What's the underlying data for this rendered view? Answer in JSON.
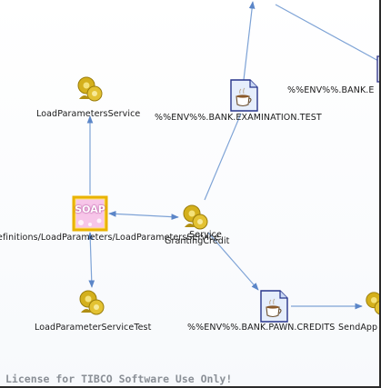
{
  "diagram": {
    "nodes": [
      {
        "id": "load-params",
        "label": "LoadParametersService",
        "icon": "service-gear-icon"
      },
      {
        "id": "examination",
        "label": "%%ENV%%.BANK.EXAMINATION.TEST",
        "icon": "coffee-document-icon"
      },
      {
        "id": "bank-e",
        "label": "%%ENV%%.BANK.E",
        "icon": "service-gear-icon"
      },
      {
        "id": "soap",
        "label": "efinitions/LoadParameters/LoadParametersService",
        "icon": "soap-box-icon",
        "icon_text": "SOAP"
      },
      {
        "id": "granting",
        "label": "GrantingCredit",
        "icon": "service-gear-icon"
      },
      {
        "id": "load-test",
        "label": "LoadParameterServiceTest",
        "icon": "service-gear-icon"
      },
      {
        "id": "pawn",
        "label": "%%ENV%%.BANK.PAWN.CREDITS",
        "icon": "coffee-document-icon"
      },
      {
        "id": "send-app",
        "label": "SendApp",
        "icon": "service-gear-icon"
      }
    ],
    "edge_overlap_label": ".Service"
  },
  "footer": {
    "license": "License for TIBCO Software Use Only!"
  },
  "colors": {
    "edge": "#7ea3d6",
    "arrow": "#5b86c8",
    "soap_fill": "#f7c6e9",
    "soap_border": "#e9b300",
    "gear": "#d4b01c"
  }
}
